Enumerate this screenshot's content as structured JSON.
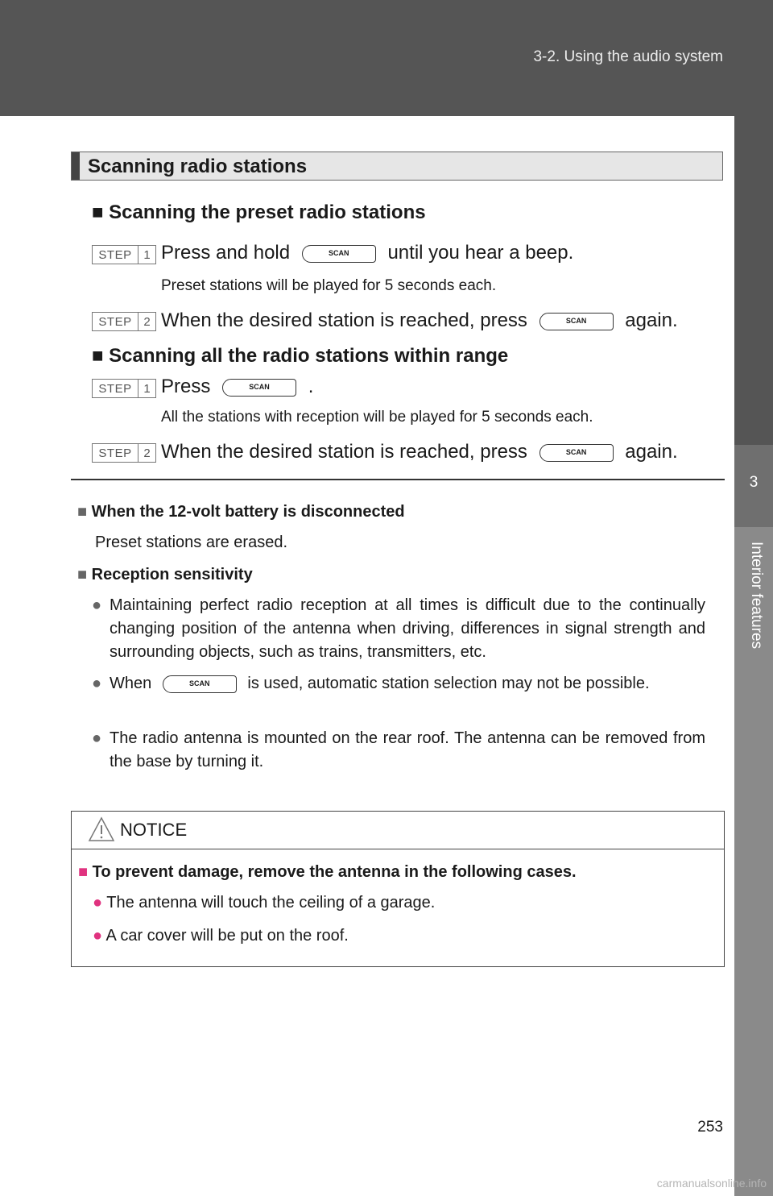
{
  "header": {
    "title": "3-2. Using the audio system"
  },
  "side_tab": {
    "number": "3",
    "label": "Interior features"
  },
  "section": {
    "title": "Scanning radio stations"
  },
  "preset": {
    "heading": "Scanning the preset radio stations",
    "step1": {
      "word": "STEP",
      "num": "1",
      "before": "Press and hold",
      "after": "until you hear a beep.",
      "note": "Preset stations will be played for 5 seconds each."
    },
    "step2": {
      "word": "STEP",
      "num": "2",
      "before": "When the desired station is reached, press",
      "after": "again."
    }
  },
  "all": {
    "heading": "Scanning all the radio stations within range",
    "step1": {
      "word": "STEP",
      "num": "1",
      "before": "Press",
      "after": ".",
      "note": "All the stations with reception will be played for 5 seconds each."
    },
    "step2": {
      "word": "STEP",
      "num": "2",
      "before": "When the desired station is reached, press",
      "after": "again."
    }
  },
  "button": {
    "label": "SCAN"
  },
  "notes": {
    "battery": {
      "heading": "When the 12-volt battery is disconnected",
      "text": "Preset stations are erased."
    },
    "reception": {
      "heading": "Reception sensitivity",
      "bullet1": "Maintaining perfect radio reception at all times is difficult due to the continually changing position of the antenna when driving, differences in signal strength and surrounding objects, such as trains, transmitters, etc.",
      "bullet2_before": "When",
      "bullet2_after": "is used, automatic station selection may not be possible.",
      "bullet3": "The radio antenna is mounted on the rear roof. The antenna can be removed from the base by turning it."
    }
  },
  "notice": {
    "title": "NOTICE",
    "heading": "To prevent damage, remove the antenna in the following cases.",
    "item1": "The antenna will touch the ceiling of a garage.",
    "item2": "A car cover will be put on the roof."
  },
  "page_number": "253",
  "watermark": "carmanualsonline.info",
  "colors": {
    "header": "#555555",
    "accent": "#e0327f"
  },
  "icons": {
    "notice": "warning-triangle-icon",
    "heading_marker": "square-icon",
    "bullet": "circle-bullet-icon"
  }
}
